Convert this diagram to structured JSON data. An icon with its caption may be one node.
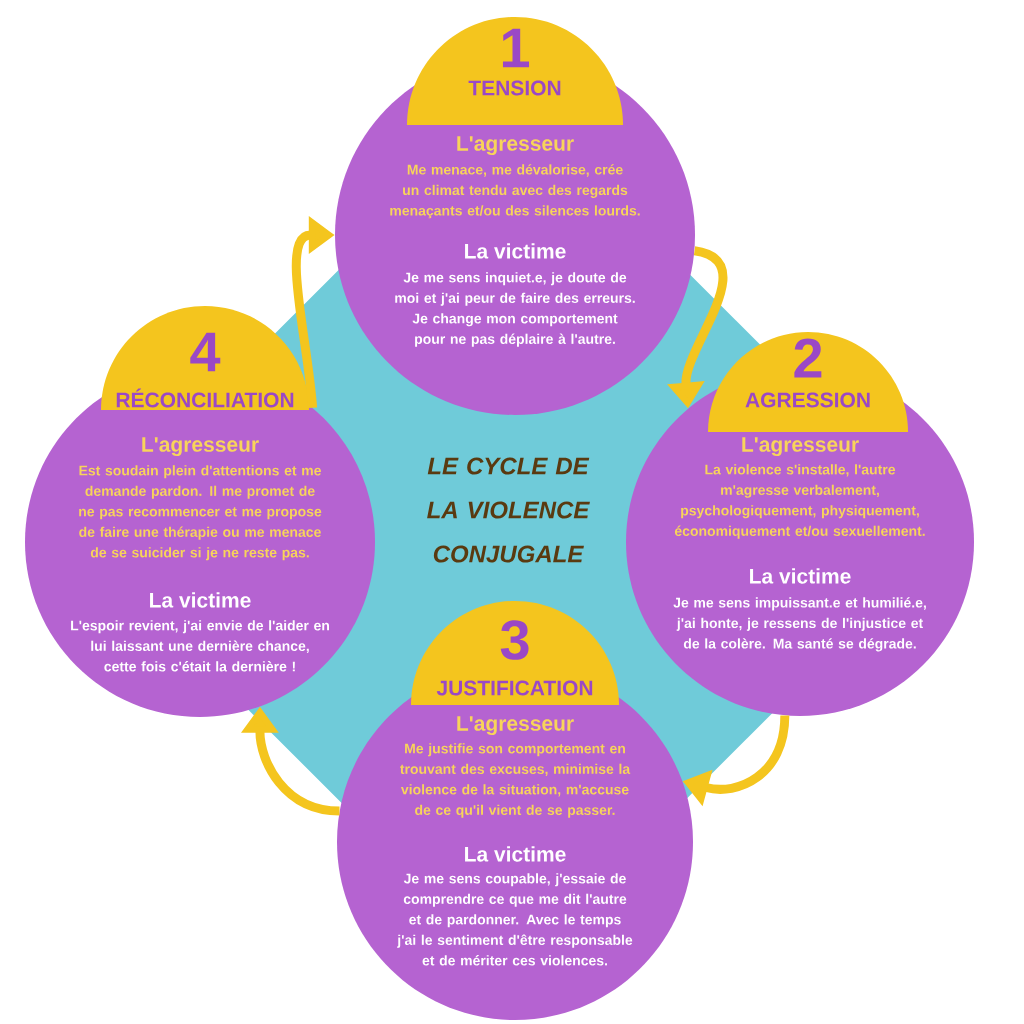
{
  "diagram": {
    "title": "LE CYCLE DE LA VIOLENCE CONJUGALE",
    "nodes": [
      {
        "text": [
          "1",
          "TENSION"
        ]
      },
      {
        "text": [
          "L'agresseur",
          "Me menace, me dévalorise, crée un climat tendu avec des regards menaçants et/ou des silences lourds.",
          "La victime",
          "Je me sens inquiet.e, je doute de moi et j'ai peur de faire des erreurs. Je change mon comportement pour ne pas déplaire à l'autre."
        ]
      },
      {
        "text": [
          "2",
          "AGRESSION"
        ]
      },
      {
        "text": [
          "L'agresseur",
          "La violence s'installe, l'autre m'agresse verbalement, psychologiquement, physiquement, économiquement et/ou sexuellement.",
          "La victime",
          "Je me sens impuissant.e et humilié.e, j'ai honte, je ressens de l'injustice et de la colère. Ma santé se dégrade."
        ]
      },
      {
        "text": [
          "3",
          "JUSTIFICATION"
        ]
      },
      {
        "text": [
          "L'agresseur",
          "Me justifie son comportement en trouvant des excuses, minimise la violence de la situation, m'accuse de ce qu'il vient de se passer.",
          "La victime",
          "Je me sens coupable, j'essaie de comprendre ce que me dit l'autre et de pardonner. Avec le temps j'ai le sentiment d'être responsable et de mériter ces violences."
        ]
      },
      {
        "text": [
          "4",
          "RÉCONCILIATION"
        ]
      },
      {
        "text": [
          "L'agresseur",
          "Est soudain plein d'attentions et me demande pardon. Il me promet de ne pas recommencer et me propose de faire une thérapie ou me menace de se suicider si je ne reste pas.",
          "La victime",
          "L'espoir revient, j'ai envie de l'aider en lui laissant une dernière chance, cette fois c'était la dernière !"
        ]
      }
    ],
    "edges": [
      {
        "from": 1,
        "to": 3,
        "arrow": "to"
      },
      {
        "from": 3,
        "to": 5,
        "arrow": "to"
      },
      {
        "from": 5,
        "to": 7,
        "arrow": "to"
      },
      {
        "from": 7,
        "to": 1,
        "arrow": "to"
      }
    ]
  }
}
